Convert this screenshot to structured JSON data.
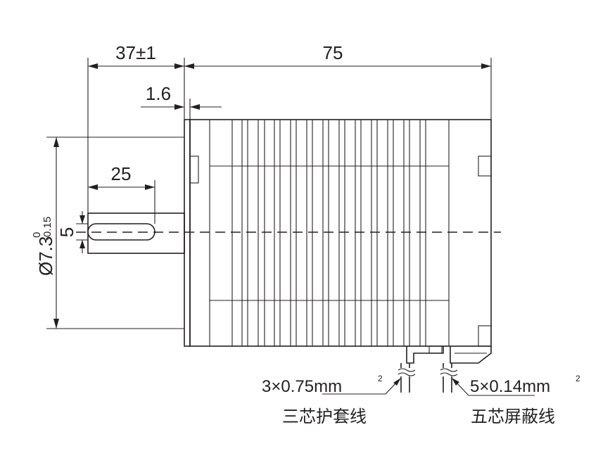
{
  "dimensions": {
    "shaft_length": "37±1",
    "body_length": "75",
    "flange_thickness": "1.6",
    "key_length": "25",
    "key_width": "5",
    "shaft_diameter_main": "Ø7.3",
    "shaft_diameter_upper_tol": "0",
    "shaft_diameter_lower_tol": "-0.15"
  },
  "cables": {
    "power_cable": {
      "spec": "3×0.75mm",
      "spec_sup": "2",
      "label": "三芯护套线"
    },
    "signal_cable": {
      "spec": "5×0.14mm",
      "spec_sup": "2",
      "label": "五芯屏蔽线"
    }
  }
}
